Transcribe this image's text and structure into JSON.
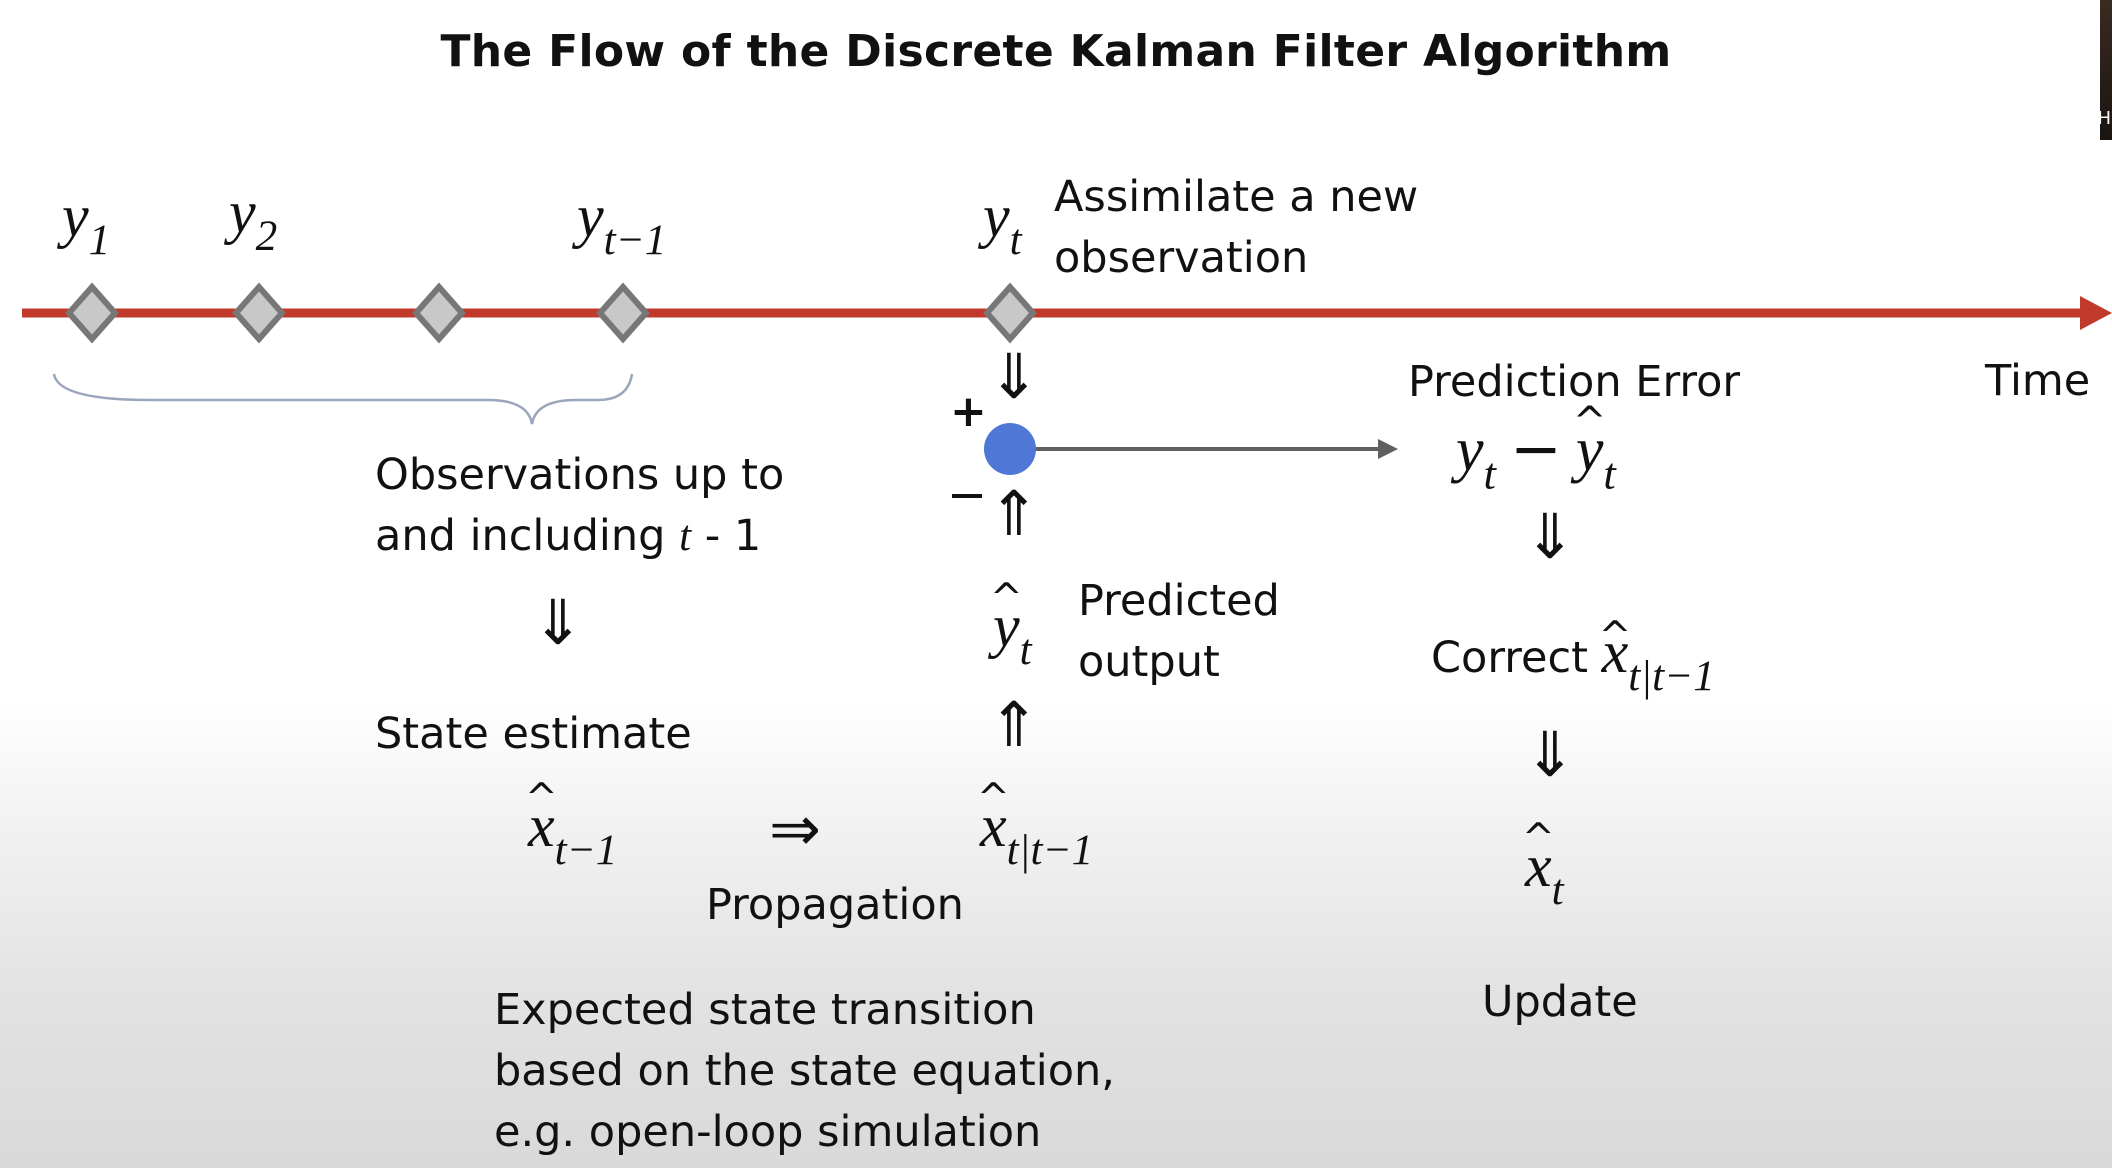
{
  "title": "The Flow of the Discrete Kalman Filter Algorithm",
  "timeline": {
    "axis_label": "Time",
    "obs": {
      "y1": {
        "base": "y",
        "sub": "1"
      },
      "y2": {
        "base": "y",
        "sub": "2"
      },
      "ytm1": {
        "base": "y",
        "sub": "t−1"
      },
      "yt": {
        "base": "y",
        "sub": "t"
      }
    }
  },
  "assimilate": {
    "line1": "Assimilate a new",
    "line2": "observation"
  },
  "observations_note": {
    "line1": "Observations up to",
    "line2_prefix": "and including ",
    "line2_var": "t",
    "line2_suffix": " - 1"
  },
  "state_estimate": {
    "label": "State estimate",
    "sym": {
      "base": "x",
      "sub": "t−1"
    }
  },
  "propagation": {
    "label": "Propagation",
    "sym": {
      "base": "x",
      "sub": "t|t−1"
    }
  },
  "transition_note": {
    "line1": "Expected state transition",
    "line2": "based on the state equation,",
    "line3": "e.g. open-loop simulation"
  },
  "predicted": {
    "line1": "Predicted",
    "line2": "output",
    "sym": {
      "base": "y",
      "sub": "t"
    }
  },
  "junction": {
    "plus": "+",
    "minus": "−"
  },
  "prediction_error": {
    "label": "Prediction Error",
    "lhs": {
      "base": "y",
      "sub": "t"
    },
    "op": "−",
    "rhs": {
      "base": "y",
      "sub": "t"
    }
  },
  "correct": {
    "label": "Correct ",
    "sym": {
      "base": "x",
      "sub": "t|t−1"
    }
  },
  "update": {
    "label": "Update",
    "sym": {
      "base": "x",
      "sub": "t"
    }
  },
  "arrows": {
    "down": "⇓",
    "up": "⇑",
    "right": "⇒"
  },
  "colors": {
    "timeline": "#c0392b",
    "marker_fill": "#c8c8c8",
    "marker_stroke": "#777777",
    "junction": "#4f78d6",
    "connector": "#606060",
    "brace": "#9aa6bd"
  },
  "webcam_text": "H"
}
